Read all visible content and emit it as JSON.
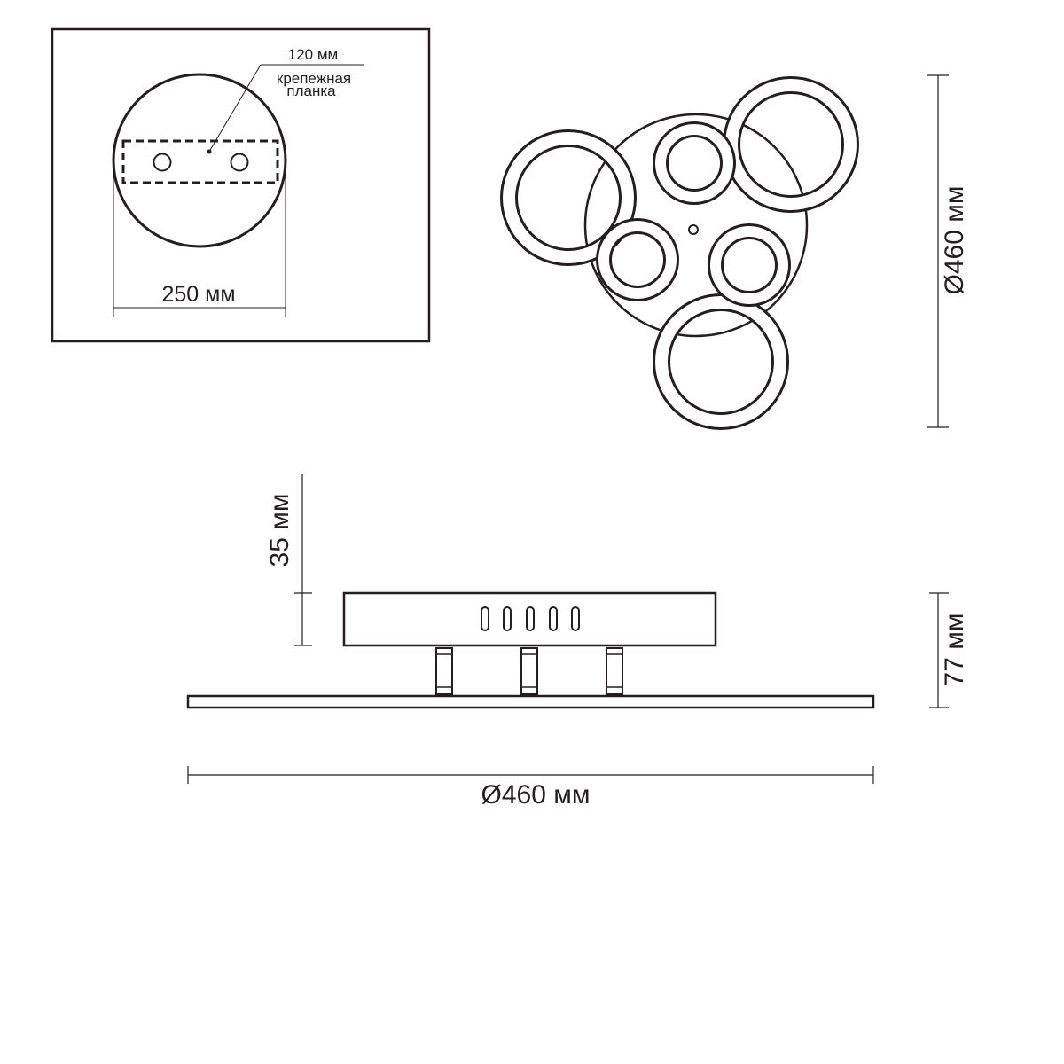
{
  "mounting_inset": {
    "plate_width_label": "120 мм",
    "plate_name_line1": "крепежная",
    "plate_name_line2": "планка",
    "base_diameter_label": "250 мм"
  },
  "top_view": {
    "diameter_label": "Ø460 мм"
  },
  "side_view": {
    "canopy_offset_label": "35 мм",
    "height_label": "77 мм",
    "width_label": "Ø460 мм"
  },
  "colors": {
    "line": "#231f20",
    "background": "#ffffff"
  }
}
